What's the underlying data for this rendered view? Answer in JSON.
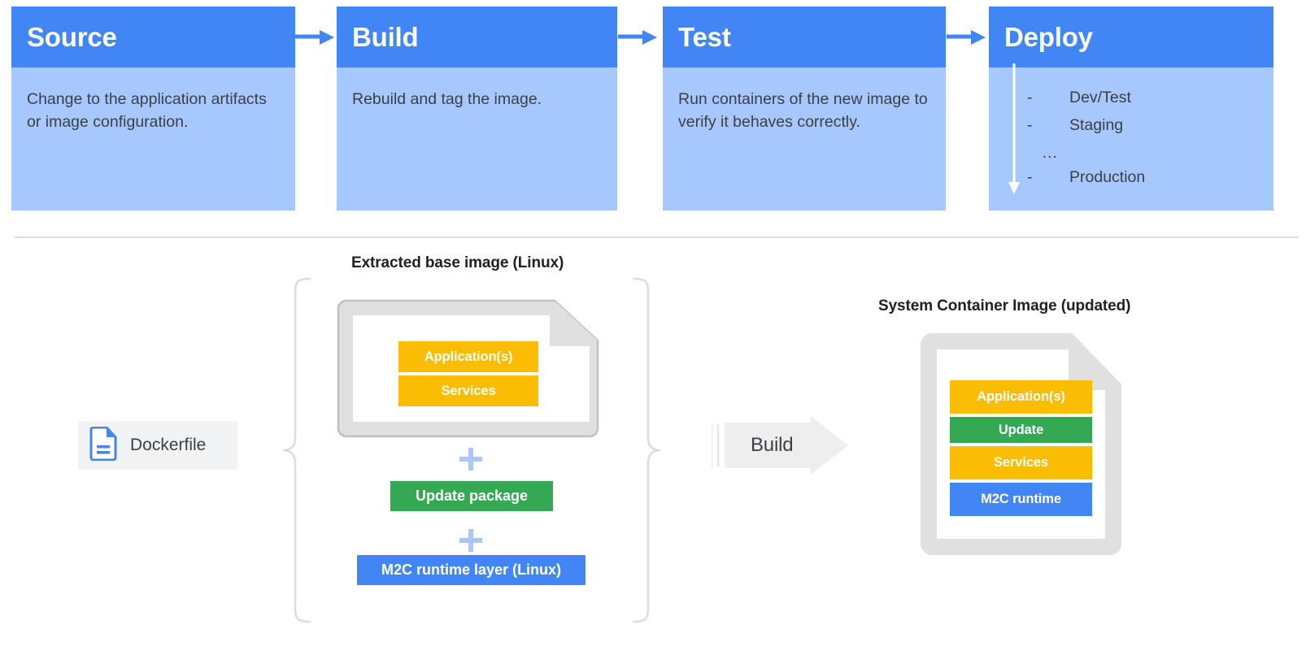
{
  "pipeline": {
    "cards": [
      {
        "title": "Source",
        "body": "Change to the application artifacts or image configuration."
      },
      {
        "title": "Build",
        "body": "Rebuild and tag the image."
      },
      {
        "title": "Test",
        "body": "Run containers of the new image to verify it behaves correctly."
      },
      {
        "title": "Deploy",
        "body": ""
      }
    ],
    "deploy_list": [
      {
        "dash": "-",
        "label": "Dev/Test"
      },
      {
        "dash": "-",
        "label": "Staging"
      },
      {
        "dash": "",
        "label": "…"
      },
      {
        "dash": "-",
        "label": "Production"
      }
    ],
    "deploy_ellipsis": "…"
  },
  "bottom": {
    "base_image_label": "Extracted base image (Linux)",
    "system_image_label": "System Container Image (updated)",
    "dockerfile_label": "Dockerfile",
    "build_label": "Build",
    "base_stack": [
      {
        "name": "Application(s)",
        "color": "#FBBC04"
      },
      {
        "name": "Services",
        "color": "#FBBC04"
      }
    ],
    "update_package_label": "Update package",
    "m2c_runtime_layer_label": "M2C runtime layer (Linux)",
    "system_stack": [
      {
        "name": "Application(s)",
        "color": "#FBBC04"
      },
      {
        "name": "Update",
        "color": "#34A853"
      },
      {
        "name": "Services",
        "color": "#FBBC04"
      },
      {
        "name": "M2C runtime",
        "color": "#4285F4"
      }
    ]
  },
  "colors": {
    "blue_header": "#4285F4",
    "blue_body": "#A6C8FF",
    "yellow": "#FBBC04",
    "green": "#34A853",
    "blue": "#4285F4",
    "plus_blue": "#A8C7FA",
    "grey_doc": "#E0E0E0",
    "grey_chip": "#F1F3F4",
    "divider": "#DADCE0",
    "text": "#3C4043"
  }
}
